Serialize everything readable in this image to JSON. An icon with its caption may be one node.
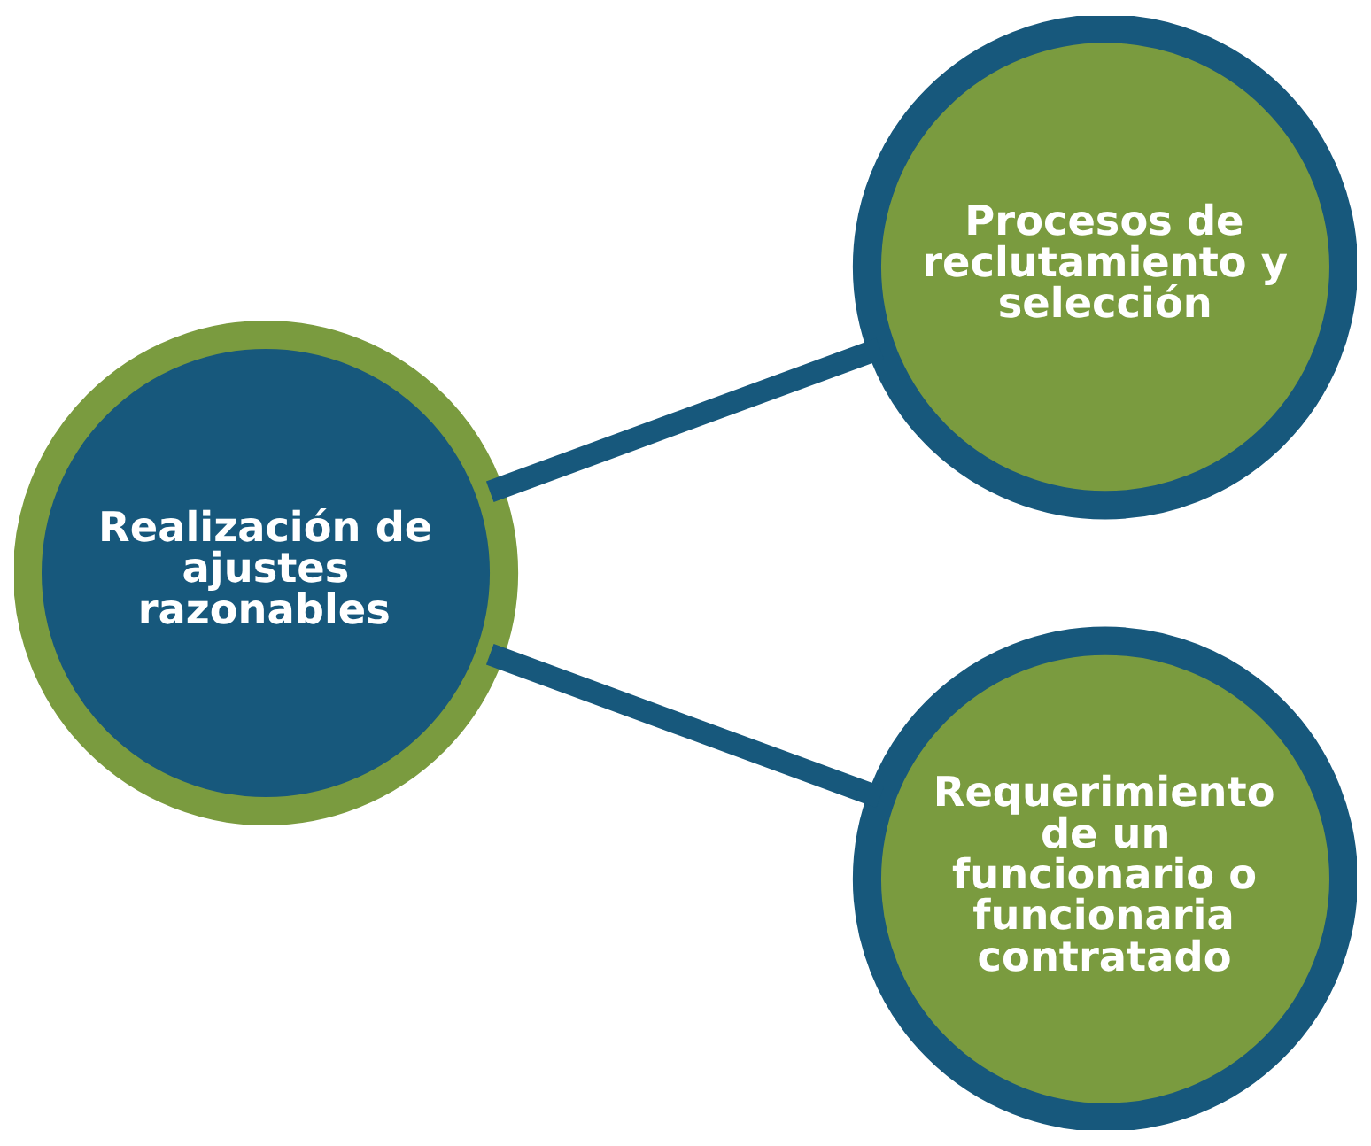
{
  "diagram": {
    "nodes": [
      {
        "text": [
          "Realización de ajustes razonables"
        ]
      },
      {
        "text": [
          "Procesos de reclutamiento y selección"
        ]
      },
      {
        "text": [
          "Requerimiento de un funcionario o funcionaria contratado"
        ]
      }
    ],
    "edges": [
      {
        "from": 0,
        "to": 1,
        "arrow": "none"
      },
      {
        "from": 0,
        "to": 2,
        "arrow": "none"
      }
    ]
  }
}
